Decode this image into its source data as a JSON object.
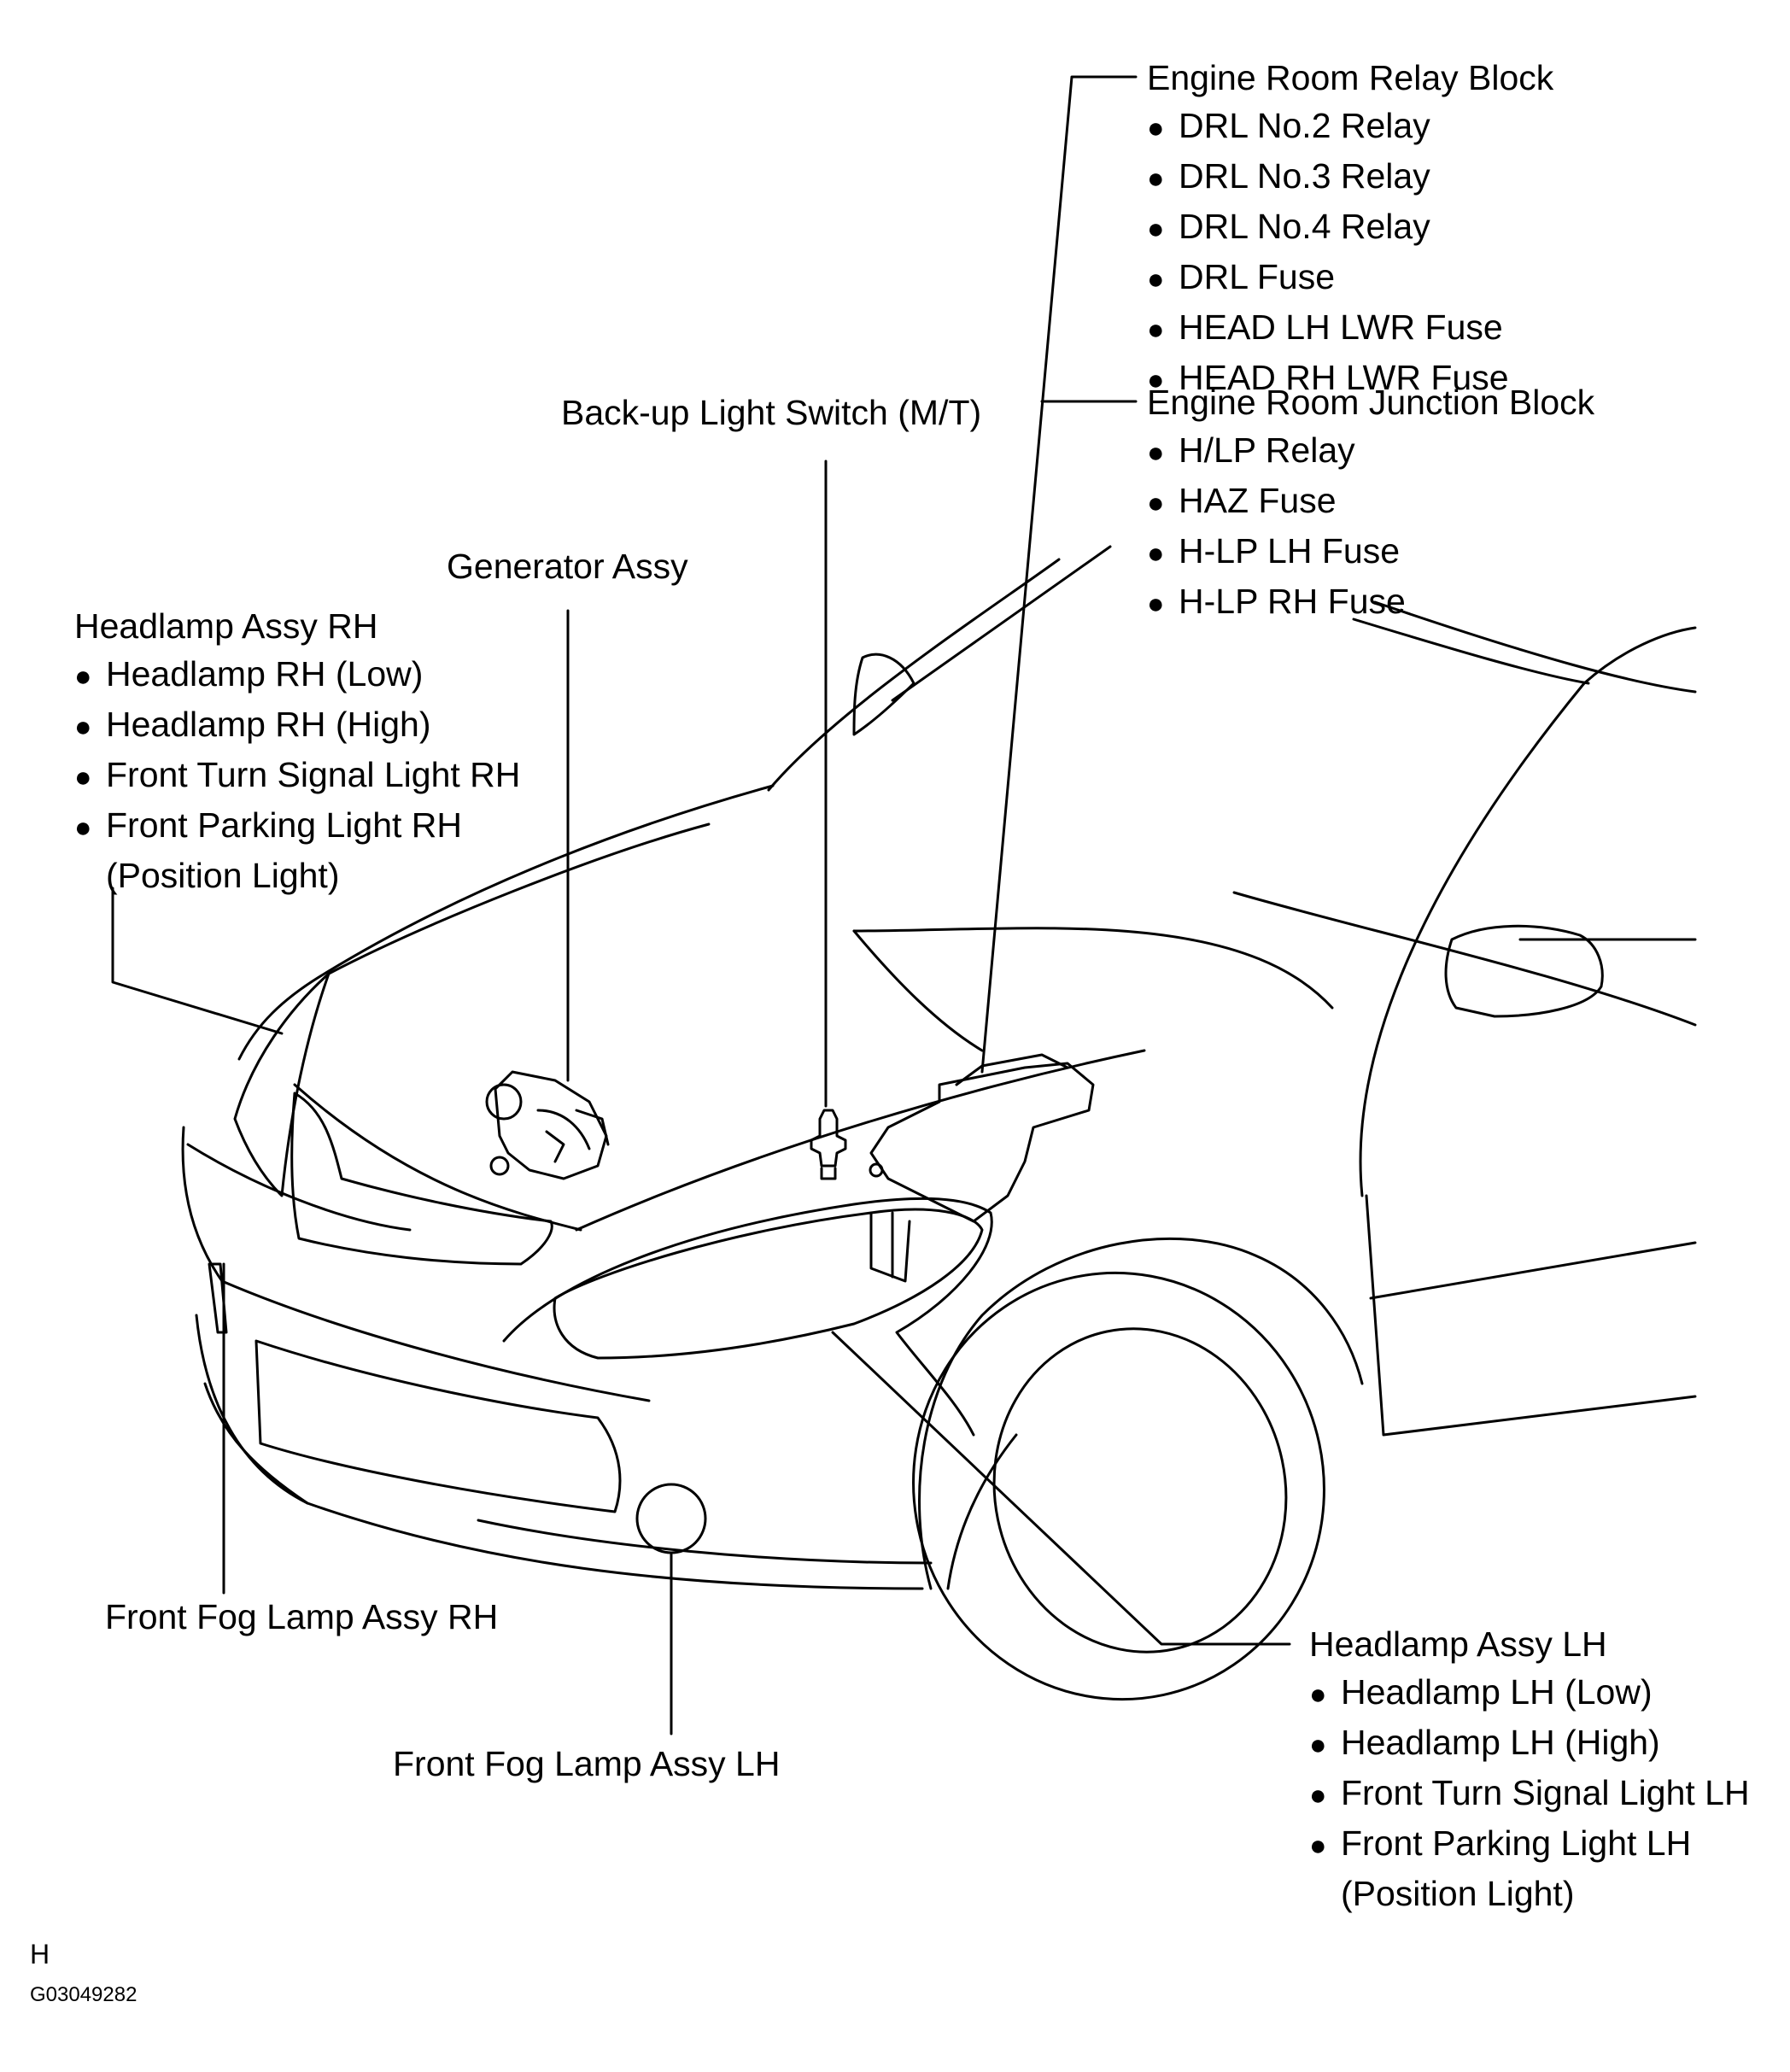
{
  "engine_room_relay_block": {
    "title": "Engine Room Relay Block",
    "items": [
      "DRL No.2 Relay",
      "DRL No.3 Relay",
      "DRL No.4 Relay",
      "DRL Fuse",
      "HEAD LH LWR Fuse",
      "HEAD RH LWR Fuse"
    ]
  },
  "engine_room_junction_block": {
    "title": "Engine Room Junction Block",
    "items": [
      "H/LP Relay",
      "HAZ Fuse",
      "H-LP LH Fuse",
      "H-LP RH Fuse"
    ]
  },
  "backup_light_switch": {
    "label": "Back-up Light Switch (M/T)"
  },
  "generator": {
    "label": "Generator Assy"
  },
  "headlamp_rh": {
    "title": "Headlamp Assy RH",
    "items": [
      "Headlamp RH (Low)",
      "Headlamp RH (High)",
      "Front Turn Signal Light RH",
      "Front Parking Light RH"
    ],
    "continuation": "(Position Light)"
  },
  "headlamp_lh": {
    "title": "Headlamp Assy LH",
    "items": [
      "Headlamp LH (Low)",
      "Headlamp LH (High)",
      "Front Turn Signal Light LH",
      "Front Parking Light LH"
    ],
    "continuation": "(Position Light)"
  },
  "fog_rh": {
    "label": "Front Fog Lamp Assy RH"
  },
  "fog_lh": {
    "label": "Front Fog Lamp Assy LH"
  },
  "footer": {
    "section": "H",
    "figure_id": "G03049282"
  },
  "bullet_glyph": "●"
}
